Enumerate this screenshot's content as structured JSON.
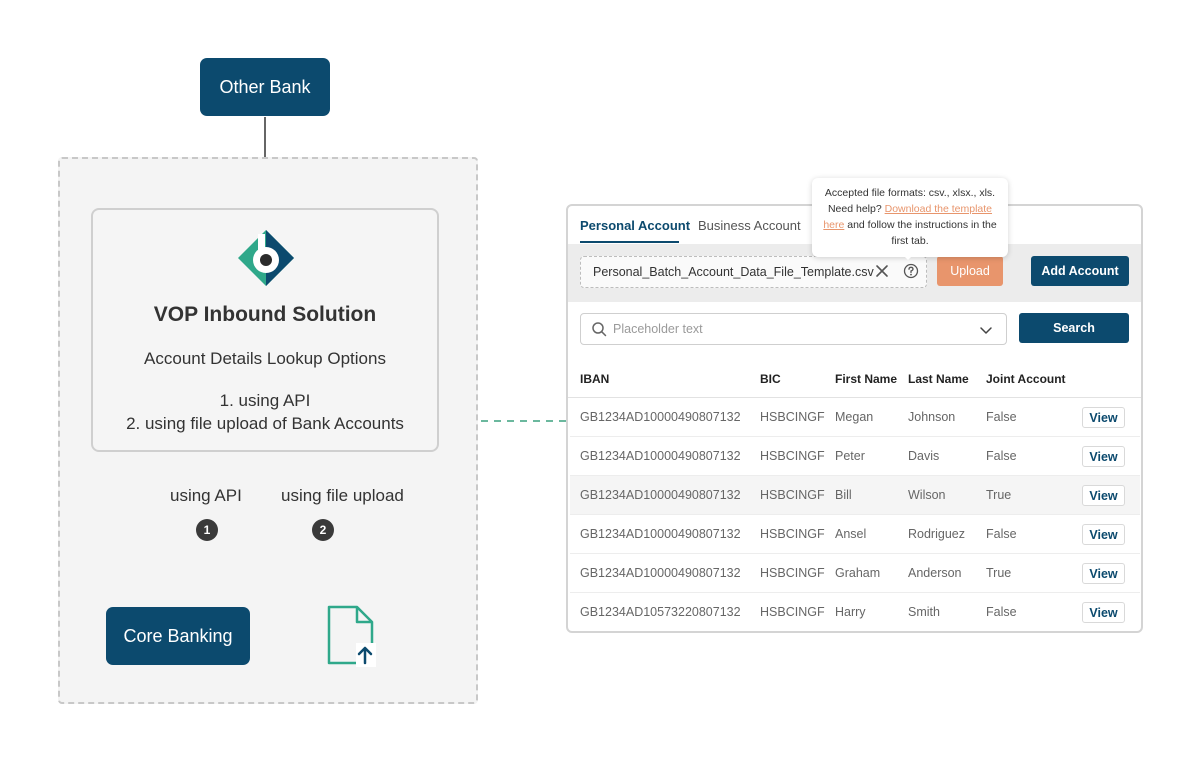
{
  "diagram": {
    "other_bank": "Other Bank",
    "vop": {
      "title": "VOP Inbound Solution",
      "subtitle": "Account Details Lookup Options",
      "option_1": "1. using API",
      "option_2": "2. using file upload of Bank Accounts"
    },
    "edge_api": "using API",
    "edge_file": "using file upload",
    "step_1": "1",
    "step_2": "2",
    "core_banking": "Core Banking",
    "colors": {
      "navy": "#0c4a6e",
      "teal": "#2fa88a",
      "dashed_arrow": "#3aa17e"
    },
    "icons": [
      "vop-logo",
      "file-upload-icon"
    ]
  },
  "panel": {
    "tabs": [
      {
        "label": "Personal Account",
        "active": true
      },
      {
        "label": "Business Account",
        "active": false
      }
    ],
    "file_name": "Personal_Batch_Account_Data_File_Template.csv",
    "upload_label": "Upload",
    "add_account_label": "Add Account",
    "search_placeholder": "Placeholder text",
    "search_label": "Search",
    "tooltip": {
      "line1": "Accepted file formats: csv., xlsx., xls.",
      "line2_prefix": "Need help?",
      "link1": "Download the template",
      "link2": "here",
      "line3_suffix": "and follow the instructions in the",
      "line4": "first tab."
    },
    "columns": [
      "IBAN",
      "BIC",
      "First Name",
      "Last Name",
      "Joint Account"
    ],
    "rows": [
      {
        "iban": "GB1234AD10000490807132",
        "bic": "HSBCINGF",
        "first": "Megan",
        "last": "Johnson",
        "joint": "False",
        "action": "View"
      },
      {
        "iban": "GB1234AD10000490807132",
        "bic": "HSBCINGF",
        "first": "Peter",
        "last": "Davis",
        "joint": "False",
        "action": "View"
      },
      {
        "iban": "GB1234AD10000490807132",
        "bic": "HSBCINGF",
        "first": "Bill",
        "last": "Wilson",
        "joint": "True",
        "action": "View"
      },
      {
        "iban": "GB1234AD10000490807132",
        "bic": "HSBCINGF",
        "first": "Ansel",
        "last": "Rodriguez",
        "joint": "False",
        "action": "View"
      },
      {
        "iban": "GB1234AD10000490807132",
        "bic": "HSBCINGF",
        "first": "Graham",
        "last": "Anderson",
        "joint": "True",
        "action": "View"
      },
      {
        "iban": "GB1234AD10573220807132",
        "bic": "HSBCINGF",
        "first": "Harry",
        "last": "Smith",
        "joint": "False",
        "action": "View"
      }
    ]
  }
}
